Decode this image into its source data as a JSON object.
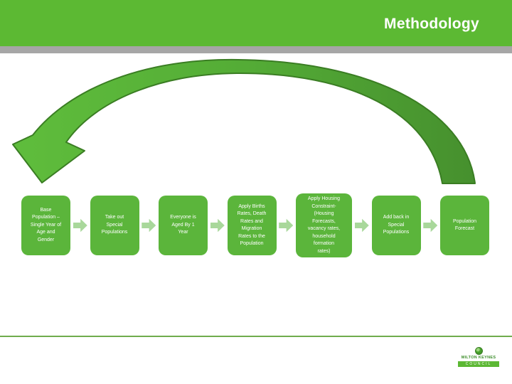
{
  "slide": {
    "title": "Methodology"
  },
  "flow": {
    "steps": [
      {
        "label": "Base\nPopulation –\nSingle Year of\nAge and\nGender"
      },
      {
        "label": "Take out\nSpecial\nPopulations"
      },
      {
        "label": "Everyone is\nAged By 1\nYear"
      },
      {
        "label": "Apply Births\nRates, Death\nRates and\nMigration\nRates to the\nPopulation"
      },
      {
        "label": "Apply Housing\nConstraint-\n(Housing\nForecasts,\nvacancy rates,\nhousehold\nformation\nrates)"
      },
      {
        "label": "Add back in\nSpecial\nPopulations"
      },
      {
        "label": "Population\nForecast"
      }
    ]
  },
  "footer": {
    "logo": {
      "org": "MILTON KEYNES",
      "sub": "COUNCIL"
    }
  },
  "icons": {
    "flow_arrow": "chevron-right-block-arrow",
    "globe": "globe-sphere",
    "big_arrow": "curved-swoosh-arrow-down-left"
  },
  "colors": {
    "header_green": "#5cb933",
    "gray_bar": "#a6a6a6",
    "box_green": "#5bb53b",
    "chevron_light_green": "#a9d89b",
    "swoosh_light": "#5fbd3c",
    "swoosh_dark": "#46902e",
    "swoosh_outline": "#3a7d23",
    "divider_green": "#6fac4d",
    "text_white": "#ffffff"
  }
}
